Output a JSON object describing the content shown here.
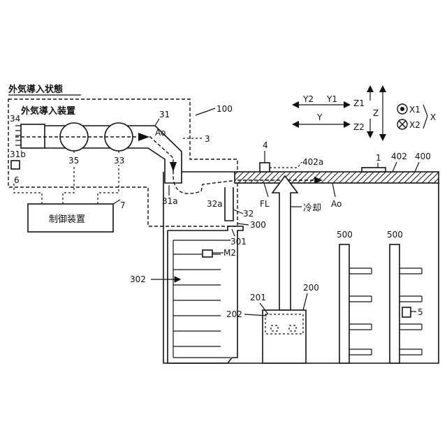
{
  "labels": {
    "state_title": "外気導入状態",
    "device_title": "外気導入装置",
    "ref_100": "100",
    "ref_3": "3",
    "ref_34": "34",
    "ref_31": "31",
    "ref_Ao_duct": "Ao",
    "ref_35": "35",
    "ref_33": "33",
    "ref_31b": "31b",
    "ref_6": "6",
    "ref_31a": "31a",
    "ref_32a": "32a",
    "ref_32": "32",
    "ref_300": "300",
    "ref_301": "301",
    "ref_M2": "M2",
    "ref_302": "302",
    "ref_4": "4",
    "ref_402a": "402a",
    "ref_1": "1",
    "ref_402": "402",
    "ref_400": "400",
    "ref_FL": "FL",
    "ref_cooling": "冷却",
    "ref_Ao_floor": "Ao",
    "ref_500a": "500",
    "ref_500b": "500",
    "ref_5": "5",
    "ref_201": "201",
    "ref_200": "200",
    "ref_202": "202",
    "ref_7": "7",
    "controller": "制御装置"
  },
  "axes": {
    "y2": "Y2",
    "y1": "Y1",
    "y": "Y",
    "z1": "Z1",
    "z": "Z",
    "z2": "Z2",
    "x1": "X1",
    "x2": "X2",
    "x": "X"
  }
}
